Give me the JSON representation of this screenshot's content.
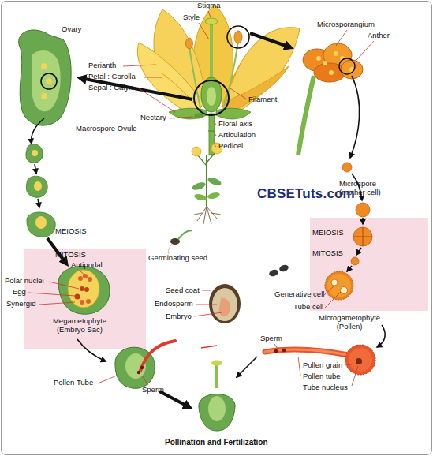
{
  "diagram": {
    "caption": "Pollination and Fertilization",
    "labels": [
      "Stigma",
      "Style",
      "Microsporangium",
      "Anther",
      "Ovary",
      "Perianth",
      "Petal : Corolla",
      "Sepal : Calyx",
      "Filament",
      "Macrospore Ovule",
      "Nectary",
      "Floral axis",
      "Articulation",
      "Pedicel",
      "Microspore (mother cell)",
      "CBSETuts.com",
      "MEIOSIS",
      "MITOSIS",
      "Antipodal",
      "Polar nuclei",
      "Egg",
      "Synergid",
      "Megametophyte (Embryo Sac)",
      "MEIOSIS",
      "MITOSIS",
      "Germinating seed",
      "Seed coat",
      "Endosperm",
      "Embryo",
      "Generative cell",
      "Tube cell",
      "Microgametophyte (Pollen)",
      "Sperm",
      "Pollen grain",
      "Pollen tube",
      "Tube nucleus",
      "Pollen Tube",
      "Sperm"
    ]
  }
}
